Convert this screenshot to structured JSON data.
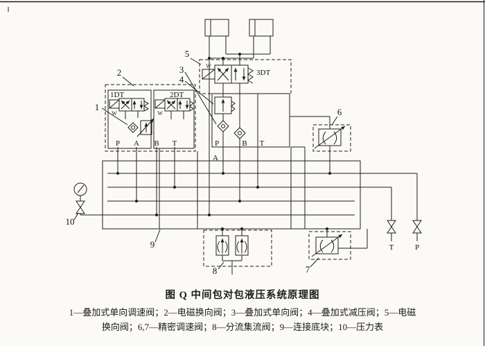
{
  "colors": {
    "ink": "#1c1c1c",
    "paper": "#fbfaf6"
  },
  "figure": {
    "title": "图  Q   中间包对包液压系统原理图",
    "caption_line1": "1—叠加式单向调速阀；2—电磁换向阀；3—叠加式单向阀；4—叠加式减压阀；5—电磁",
    "caption_line2": "换向阀；6,7—精密调速阀；8—分流集流阀；9—连接底块；10—压力表"
  },
  "labels": {
    "dt1": "1DT",
    "dt2": "2DT",
    "dt3": "3DT",
    "w1": "W",
    "w2": "W",
    "w3": "W",
    "left_ports": {
      "p": "P",
      "a": "A",
      "b": "B",
      "t": "T"
    },
    "mid_ports": {
      "p": "P",
      "b": "B",
      "t": "T",
      "a": "A"
    },
    "bottom_t": "T",
    "bottom_p": "P"
  },
  "callouts": {
    "c1": "1",
    "c2": "2",
    "c3": "3",
    "c4": "4",
    "c5": "5",
    "c6": "6",
    "c7": "7",
    "c8": "8",
    "c9": "9",
    "c10": "10"
  }
}
